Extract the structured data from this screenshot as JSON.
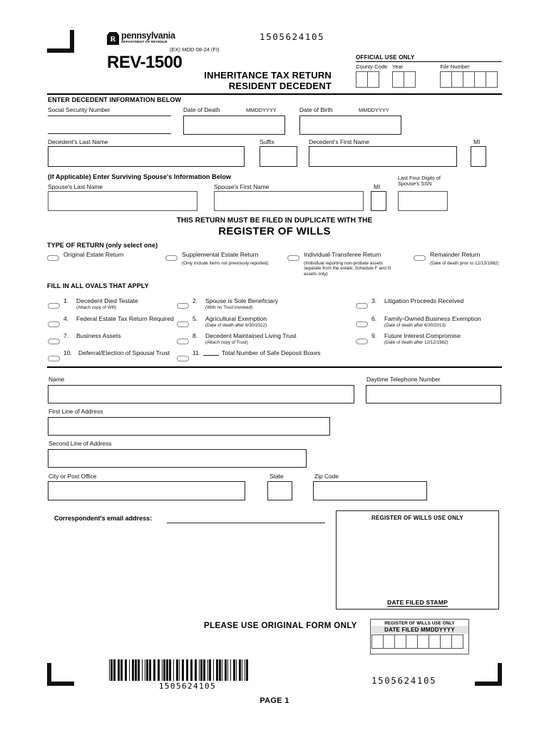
{
  "form": {
    "agency_name": "pennsylvania",
    "agency_dept": "DEPARTMENT OF REVENUE",
    "keystone_letter": "R",
    "revision_code": "(EX) MOD 08-24 (FI)",
    "form_number": "REV-1500",
    "ocr_number_top": "1505624105",
    "title_line_1": "INHERITANCE TAX RETURN",
    "title_line_2": "RESIDENT DECEDENT"
  },
  "official_use": {
    "heading": "OFFICIAL USE ONLY",
    "fields": [
      {
        "label": "County Code",
        "cells": 2
      },
      {
        "label": "Year",
        "cells": 2
      },
      {
        "label": "File Number",
        "cells": 5
      }
    ]
  },
  "decedent_section": {
    "heading": "ENTER DECEDENT INFORMATION BELOW",
    "ssn_label": "Social Security Number",
    "date_of_death_label": "Date of Death",
    "date_of_death_format": "MMDDYYYY",
    "date_of_birth_label": "Date of Birth",
    "date_of_birth_format": "MMDDYYYY",
    "last_name_label": "Decedent's Last Name",
    "suffix_label": "Suffix",
    "first_name_label": "Decedent's First Name",
    "mi_label": "MI",
    "values": {
      "ssn": "",
      "date_of_death": "",
      "date_of_birth": "",
      "last_name": "",
      "suffix": "",
      "first_name": "",
      "mi": ""
    }
  },
  "spouse_section": {
    "heading": "(If Applicable) Enter Surviving Spouse's Information Below",
    "last_name_label": "Spouse's Last Name",
    "first_name_label": "Spouse's First Name",
    "mi_label": "MI",
    "ssn_label_line1": "Last Four Digits of",
    "ssn_label_line2": "Spouse's SSN",
    "values": {
      "last_name": "",
      "first_name": "",
      "mi": "",
      "ssn_last_four": ""
    }
  },
  "filing_notice": {
    "line_1": "THIS RETURN MUST BE FILED IN DUPLICATE WITH THE",
    "line_2": "REGISTER OF WILLS"
  },
  "type_of_return": {
    "heading": "TYPE OF RETURN (only select one)",
    "options": [
      {
        "label": "Original Estate Return",
        "sub": ""
      },
      {
        "label": "Supplemental Estate Return",
        "sub": "(Only include items not previously reported)"
      },
      {
        "label": "Individual-Transferee Return",
        "sub": "(Individual reporting non-probate assets separate from the estate; Schedule F and G assets only)"
      },
      {
        "label": "Remainder Return",
        "sub": "(Date of death prior to 12/13/1982)"
      }
    ]
  },
  "ovals_section": {
    "heading": "FILL IN ALL OVALS THAT APPLY",
    "items": [
      {
        "num": "1.",
        "label": "Decedent Died Testate",
        "sub": "(Attach copy of Will)"
      },
      {
        "num": "2.",
        "label": "Spouse is Sole Beneficiary",
        "sub": "(With no Trust involved)"
      },
      {
        "num": "3.",
        "label": "Litigation Proceeds Received",
        "sub": ""
      },
      {
        "num": "4.",
        "label": "Federal Estate Tax Return Required",
        "sub": ""
      },
      {
        "num": "5.",
        "label": "Agricultural Exemption",
        "sub": "(Date of death after 6/30/2012)"
      },
      {
        "num": "6.",
        "label": "Family-Owned Business Exemption",
        "sub": "(Date of death after 6/30/2013)"
      },
      {
        "num": "7.",
        "label": "Business Assets",
        "sub": ""
      },
      {
        "num": "8.",
        "label": "Decedent Maintained Living Trust",
        "sub": "(Attach copy of Trust)"
      },
      {
        "num": "9.",
        "label": "Future Interest Compromise",
        "sub": "(Date of death after 12/12/1982)"
      },
      {
        "num": "10.",
        "label": "Deferral/Election of Spousal Trust",
        "sub": ""
      },
      {
        "num": "11.",
        "label": "Total Number of Safe Deposit Boxes",
        "sub": ""
      }
    ]
  },
  "correspondent": {
    "name_label": "Name",
    "phone_label": "Daytime Telephone Number",
    "address1_label": "First Line of Address",
    "address2_label": "Second Line of Address",
    "city_label": "City or Post Office",
    "state_label": "State",
    "zip_label": "Zip Code",
    "email_label": "Correspondent's email address:",
    "values": {
      "name": "",
      "phone": "",
      "address1": "",
      "address2": "",
      "city": "",
      "state": "",
      "zip": "",
      "email": ""
    }
  },
  "register_box": {
    "heading": "REGISTER OF WILLS USE ONLY",
    "footer": "DATE FILED STAMP"
  },
  "date_filed_box": {
    "heading": "REGISTER OF WILLS USE ONLY",
    "subheading": "DATE FILED MMDDYYYY",
    "cells": 8
  },
  "footer": {
    "notice": "PLEASE USE ORIGINAL FORM ONLY",
    "barcode_number": "1505624105",
    "ocr_number_bottom": "1505624105",
    "page_label": "PAGE 1"
  }
}
